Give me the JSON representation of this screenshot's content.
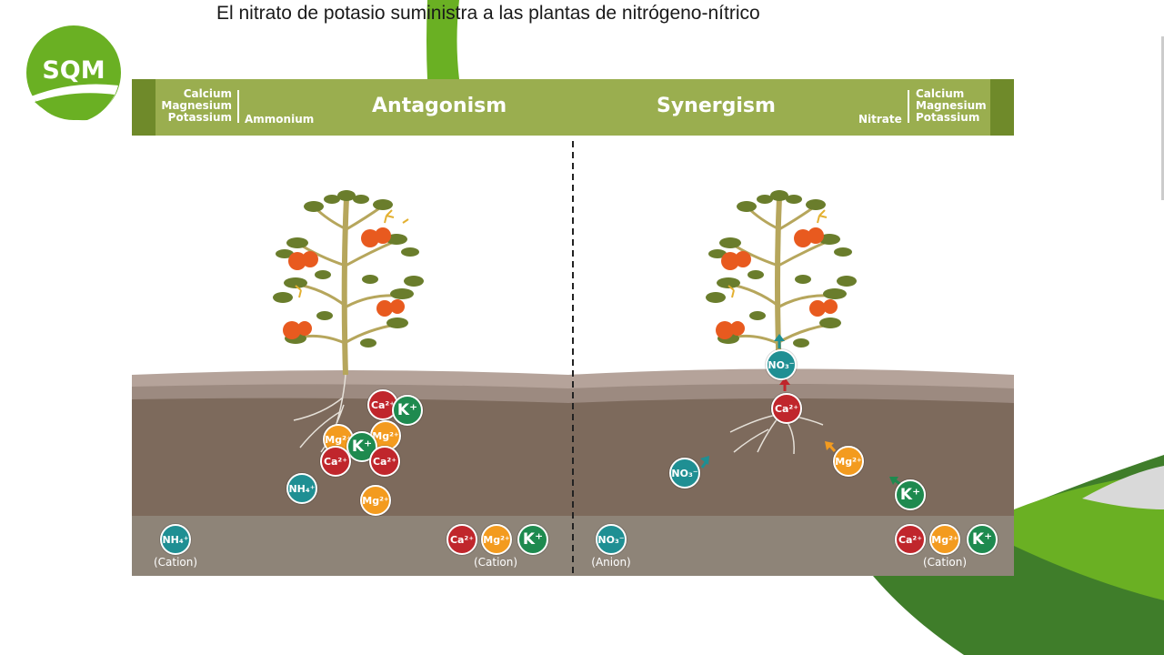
{
  "slide": {
    "title": "El nitrato de potasio suministra a las plantas de nitrógeno-nítrico"
  },
  "logo": {
    "text": "SQM"
  },
  "header": {
    "left_list": [
      "Calcium",
      "Magnesium",
      "Potassium"
    ],
    "left_word": "Ammonium",
    "left_title": "Antagonism",
    "right_title": "Synergism",
    "right_word": "Nitrate",
    "right_list": [
      "Calcium",
      "Magnesium",
      "Potassium"
    ]
  },
  "ions": {
    "ca": "Ca²⁺",
    "mg": "Mg²⁺",
    "k": "K⁺",
    "nh4": "NH₄⁺",
    "no3": "NO₃⁻"
  },
  "legend": {
    "left_cation_1": "(Cation)",
    "left_cation_2": "(Cation)",
    "right_anion": "(Anion)",
    "right_cation": "(Cation)"
  },
  "colors": {
    "header_green": "#9aae4f",
    "header_dark": "#6f8a2a",
    "brand_green": "#6ab023",
    "soil_top": "#b5a39a",
    "soil_mid": "#7d6a5c",
    "soil_bottom": "#8e8478",
    "nh4_no3_teal": "#1f8f93",
    "ca_red": "#c0262c",
    "mg_orange": "#f39b1f",
    "k_green": "#1e8a4f"
  }
}
